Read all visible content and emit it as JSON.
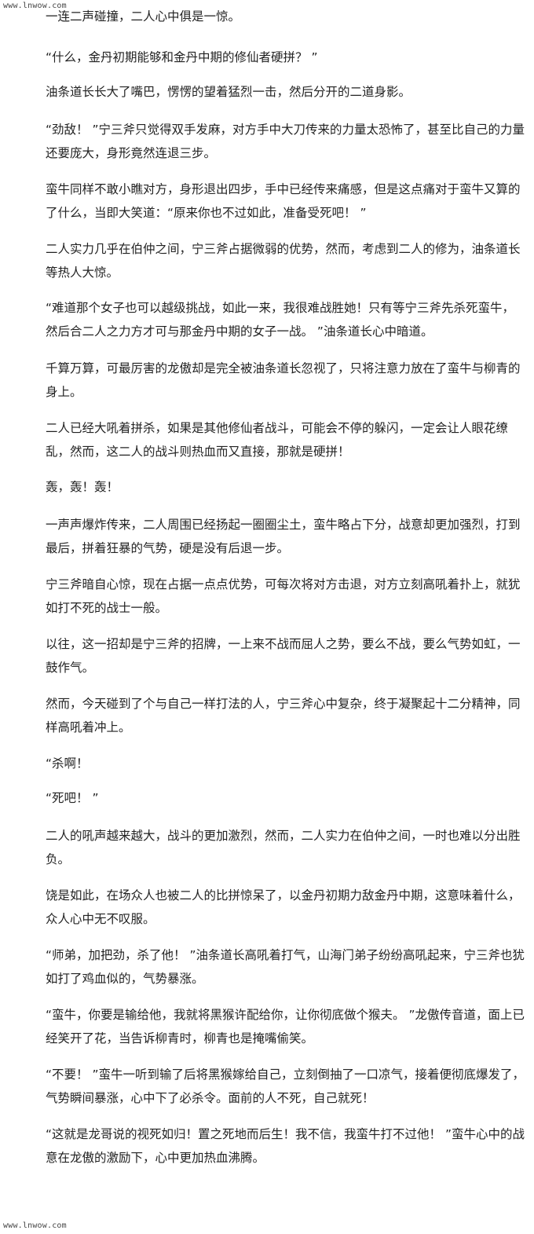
{
  "watermark": {
    "top": "www.lnwow.com",
    "bottom": "www.lnwow.com"
  },
  "paragraphs": [
    "一连二声碰撞，二人心中俱是一惊。",
    "“什么，金丹初期能够和金丹中期的修仙者硬拼？ ”",
    "油条道长长大了嘴巴，愣愣的望着猛烈一击，然后分开的二道身影。",
    "“劲敌！ ”宁三斧只觉得双手发麻，对方手中大刀传来的力量太恐怖了，甚至比自己的力量还要庞大，身形竟然连退三步。",
    "蛮牛同样不敢小瞧对方，身形退出四步，手中已经传来痛感，但是这点痛对于蛮牛又算的了什么，当即大笑道：“原来你也不过如此，准备受死吧！ ”",
    "二人实力几乎在伯仲之间，宁三斧占据微弱的优势，然而，考虑到二人的修为，油条道长等热人大惊。",
    "“难道那个女子也可以越级挑战，如此一来，我很难战胜她！只有等宁三斧先杀死蛮牛，然后合二人之力方才可与那金丹中期的女子一战。 ”油条道长心中暗道。",
    "千算万算，可最厉害的龙傲却是完全被油条道长忽视了，只将注意力放在了蛮牛与柳青的身上。",
    "二人已经大吼着拼杀，如果是其他修仙者战斗，可能会不停的躲闪，一定会让人眼花缭乱，然而，这二人的战斗则热血而又直接，那就是硬拼！",
    "轰，轰！轰！",
    "一声声爆炸传来，二人周围已经扬起一圈圈尘土，蛮牛略占下分，战意却更加强烈，打到最后，拼着狂暴的气势，硬是没有后退一步。",
    "宁三斧暗自心惊，现在占据一点点优势，可每次将对方击退，对方立刻高吼着扑上，就犹如打不死的战士一般。",
    "以往，这一招却是宁三斧的招牌，一上来不战而屈人之势，要么不战，要么气势如虹，一鼓作气。",
    "然而，今天碰到了个与自己一样打法的人，宁三斧心中复杂，终于凝聚起十二分精神，同样高吼着冲上。",
    "“杀啊！",
    "“死吧！ ”",
    "二人的吼声越来越大，战斗的更加激烈，然而，二人实力在伯仲之间，一时也难以分出胜负。",
    "饶是如此，在场众人也被二人的比拼惊呆了，以金丹初期力敌金丹中期，这意味着什么，众人心中无不叹服。",
    "“师弟，加把劲，杀了他！ ”油条道长高吼着打气，山海门弟子纷纷高吼起来，宁三斧也犹如打了鸡血似的，气势暴涨。",
    "“蛮牛，你要是输给他，我就将黑猴许配给你，让你彻底做个猴夫。 ”龙傲传音道，面上已经笑开了花，当告诉柳青时，柳青也是掩嘴偷笑。",
    "“不要！ ”蛮牛一听到输了后将黑猴嫁给自己，立刻倒抽了一口凉气，接着便彻底爆发了，气势瞬间暴涨，心中下了必杀令。面前的人不死，自己就死！",
    "“这就是龙哥说的视死如归！置之死地而后生！我不信，我蛮牛打不过他！ ”蛮牛心中的战意在龙傲的激励下，心中更加热血沸腾。"
  ]
}
